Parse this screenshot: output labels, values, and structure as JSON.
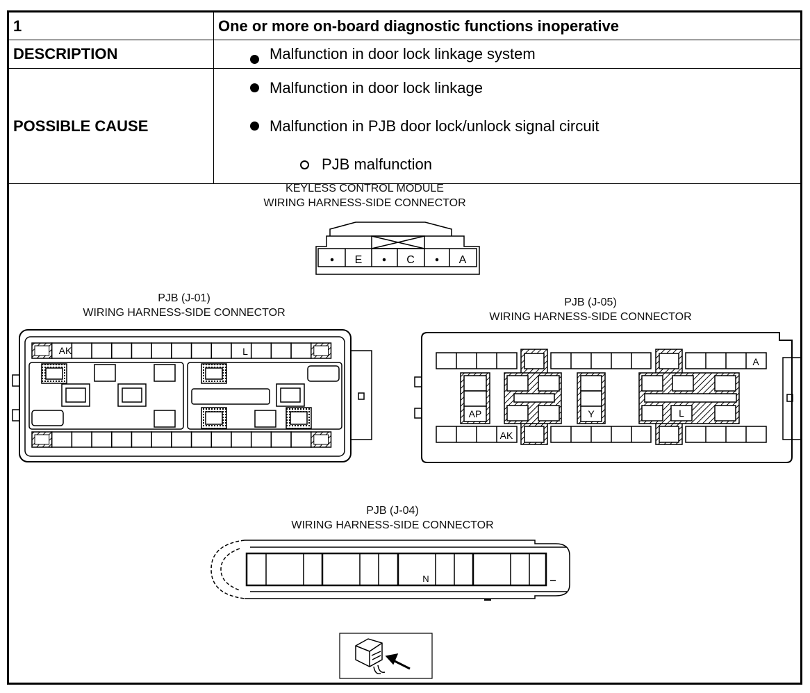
{
  "table": {
    "number": "1",
    "title": "One or more on-board diagnostic functions inoperative",
    "description_label": "DESCRIPTION",
    "description_items": [
      "Malfunction in door lock linkage system"
    ],
    "cause_label": "POSSIBLE CAUSE",
    "cause_items": [
      "Malfunction in door lock linkage",
      "Malfunction in PJB door lock/unlock signal circuit"
    ],
    "cause_subitems": [
      "PJB malfunction"
    ]
  },
  "diagrams": {
    "keyless": {
      "caption_line1": "KEYLESS CONTROL MODULE",
      "caption_line2": "WIRING HARNESS-SIDE CONNECTOR",
      "pins": [
        "E",
        "C",
        "A"
      ]
    },
    "j01": {
      "caption_line1": "PJB (J-01)",
      "caption_line2": "WIRING HARNESS-SIDE CONNECTOR",
      "pin_labels": [
        "AK",
        "L"
      ]
    },
    "j05": {
      "caption_line1": "PJB (J-05)",
      "caption_line2": "WIRING HARNESS-SIDE CONNECTOR",
      "pin_labels": [
        "A",
        "AP",
        "Y",
        "L",
        "AK"
      ]
    },
    "j04": {
      "caption_line1": "PJB (J-04)",
      "caption_line2": "WIRING HARNESS-SIDE CONNECTOR",
      "pin_labels": [
        "N"
      ]
    }
  }
}
